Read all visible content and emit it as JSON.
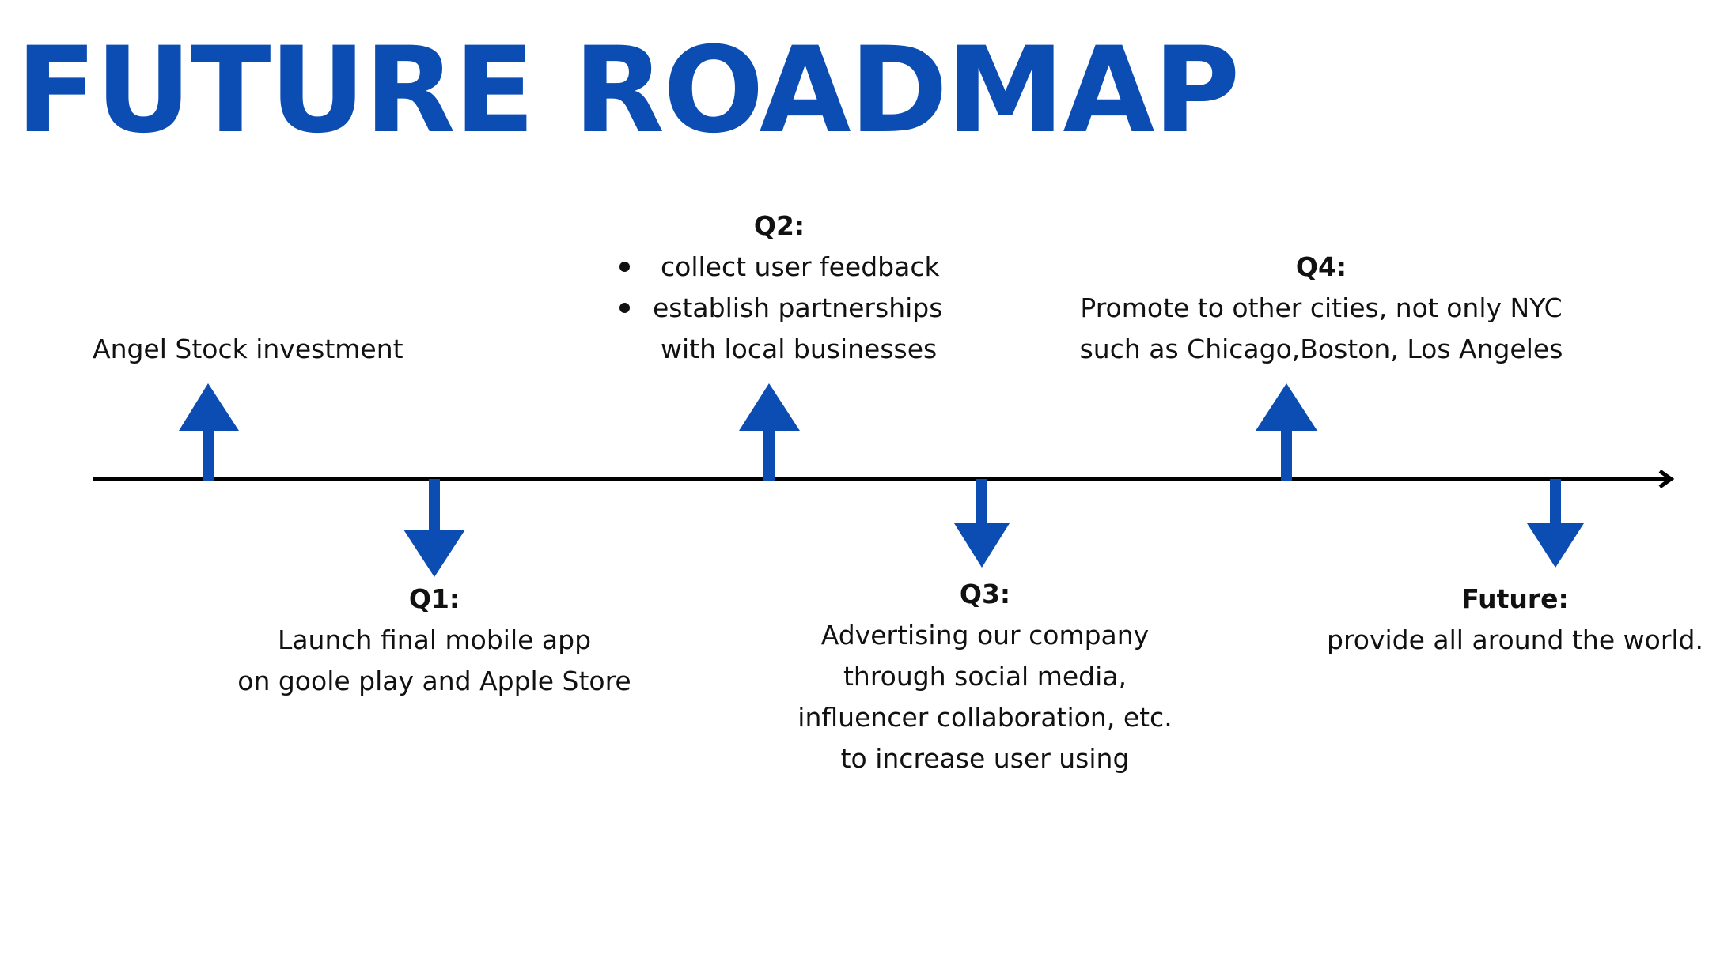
{
  "title": "FUTURE ROADMAP",
  "colors": {
    "accent": "#0b4db3",
    "axis": "#000000",
    "text": "#111111"
  },
  "milestones": {
    "angel": {
      "direction": "up",
      "text": "Angel Stock investment"
    },
    "q1": {
      "direction": "down",
      "heading": "Q1:",
      "lines": [
        "Launch final mobile app",
        "on goole play and Apple Store"
      ]
    },
    "q2": {
      "direction": "up",
      "heading": "Q2:",
      "bullets": [
        "collect user feedback",
        "establish partnerships",
        "with local businesses"
      ]
    },
    "q3": {
      "direction": "down",
      "heading": "Q3:",
      "lines": [
        "Advertising our company",
        "through social media,",
        "influencer collaboration, etc.",
        "to increase user using"
      ]
    },
    "q4": {
      "direction": "up",
      "heading": "Q4:",
      "lines": [
        "Promote to other cities, not only NYC",
        "such as Chicago,Boston, Los Angeles"
      ]
    },
    "future": {
      "direction": "down",
      "heading": "Future:",
      "lines": [
        "provide all around the world."
      ]
    }
  }
}
